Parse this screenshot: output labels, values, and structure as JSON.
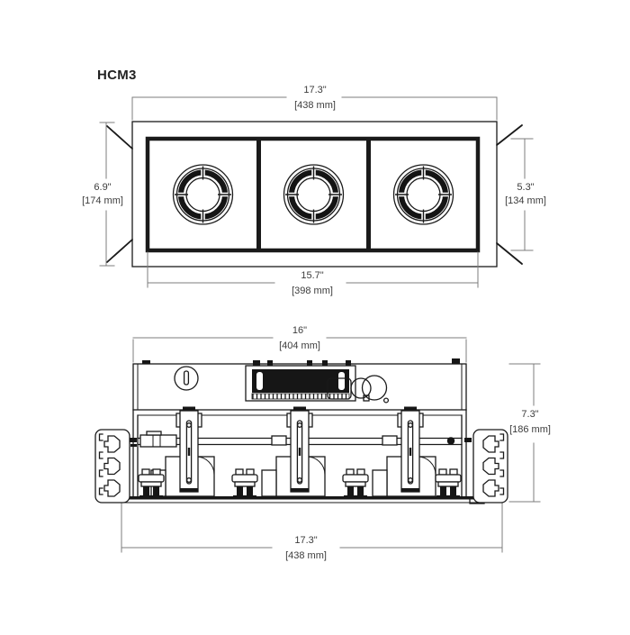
{
  "title": "HCM3",
  "colors": {
    "object_line": "#1a1a1a",
    "dim_line": "#7c7c7c",
    "text": "#3c3c3c",
    "background": "#ffffff"
  },
  "plan_view": {
    "lamp_count": 3,
    "dims": {
      "outer_width": {
        "inches": "17.3\"",
        "metric": "[438 mm]"
      },
      "outer_height": {
        "inches": "6.9\"",
        "metric": "[174 mm]"
      },
      "aperture_height": {
        "inches": "5.3\"",
        "metric": "[134 mm]"
      },
      "aperture_width": {
        "inches": "15.7\"",
        "metric": "[398 mm]"
      }
    }
  },
  "section_view": {
    "dims": {
      "housing_width": {
        "inches": "16\"",
        "metric": "[404 mm]"
      },
      "height": {
        "inches": "7.3\"",
        "metric": "[186 mm]"
      },
      "overall_width": {
        "inches": "17.3\"",
        "metric": "[438 mm]"
      }
    }
  }
}
